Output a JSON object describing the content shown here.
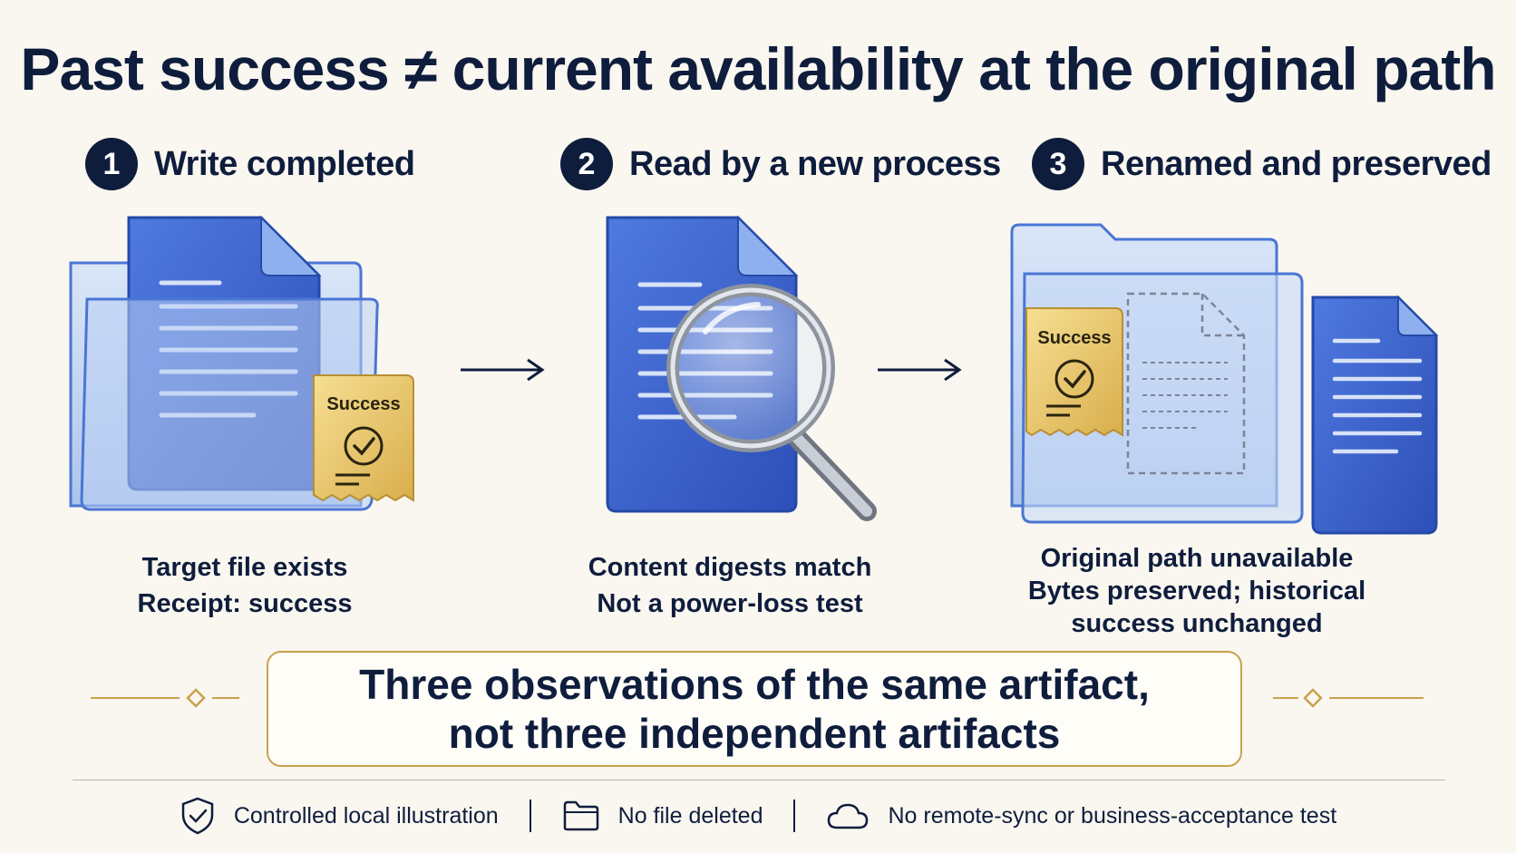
{
  "title": "Past success ≠ current availability at the original path",
  "steps": [
    {
      "number": "1",
      "label": "Write completed",
      "caption": [
        "Target file exists",
        "Receipt: success"
      ],
      "receipt_label": "Success"
    },
    {
      "number": "2",
      "label": "Read by a new process",
      "caption": [
        "Content digests match",
        "Not a power-loss test"
      ]
    },
    {
      "number": "3",
      "label": "Renamed and preserved",
      "caption": [
        "Original path unavailable",
        "Bytes preserved; historical",
        "success unchanged"
      ],
      "receipt_label": "Success"
    }
  ],
  "conclusion": [
    "Three observations of the same artifact,",
    "not three independent artifacts"
  ],
  "footer": [
    {
      "icon": "shield-check-icon",
      "text": "Controlled local illustration"
    },
    {
      "icon": "folder-icon",
      "text": "No file deleted"
    },
    {
      "icon": "cloud-icon",
      "text": "No remote-sync or business-acceptance test"
    }
  ],
  "colors": {
    "navy": "#0f1d3d",
    "document_blue": "#3b63cf",
    "glass_blue": "#a9c3ee",
    "receipt_gold": "#e9c76a",
    "accent_gold": "#c9a24e",
    "background": "#faf7f0"
  }
}
